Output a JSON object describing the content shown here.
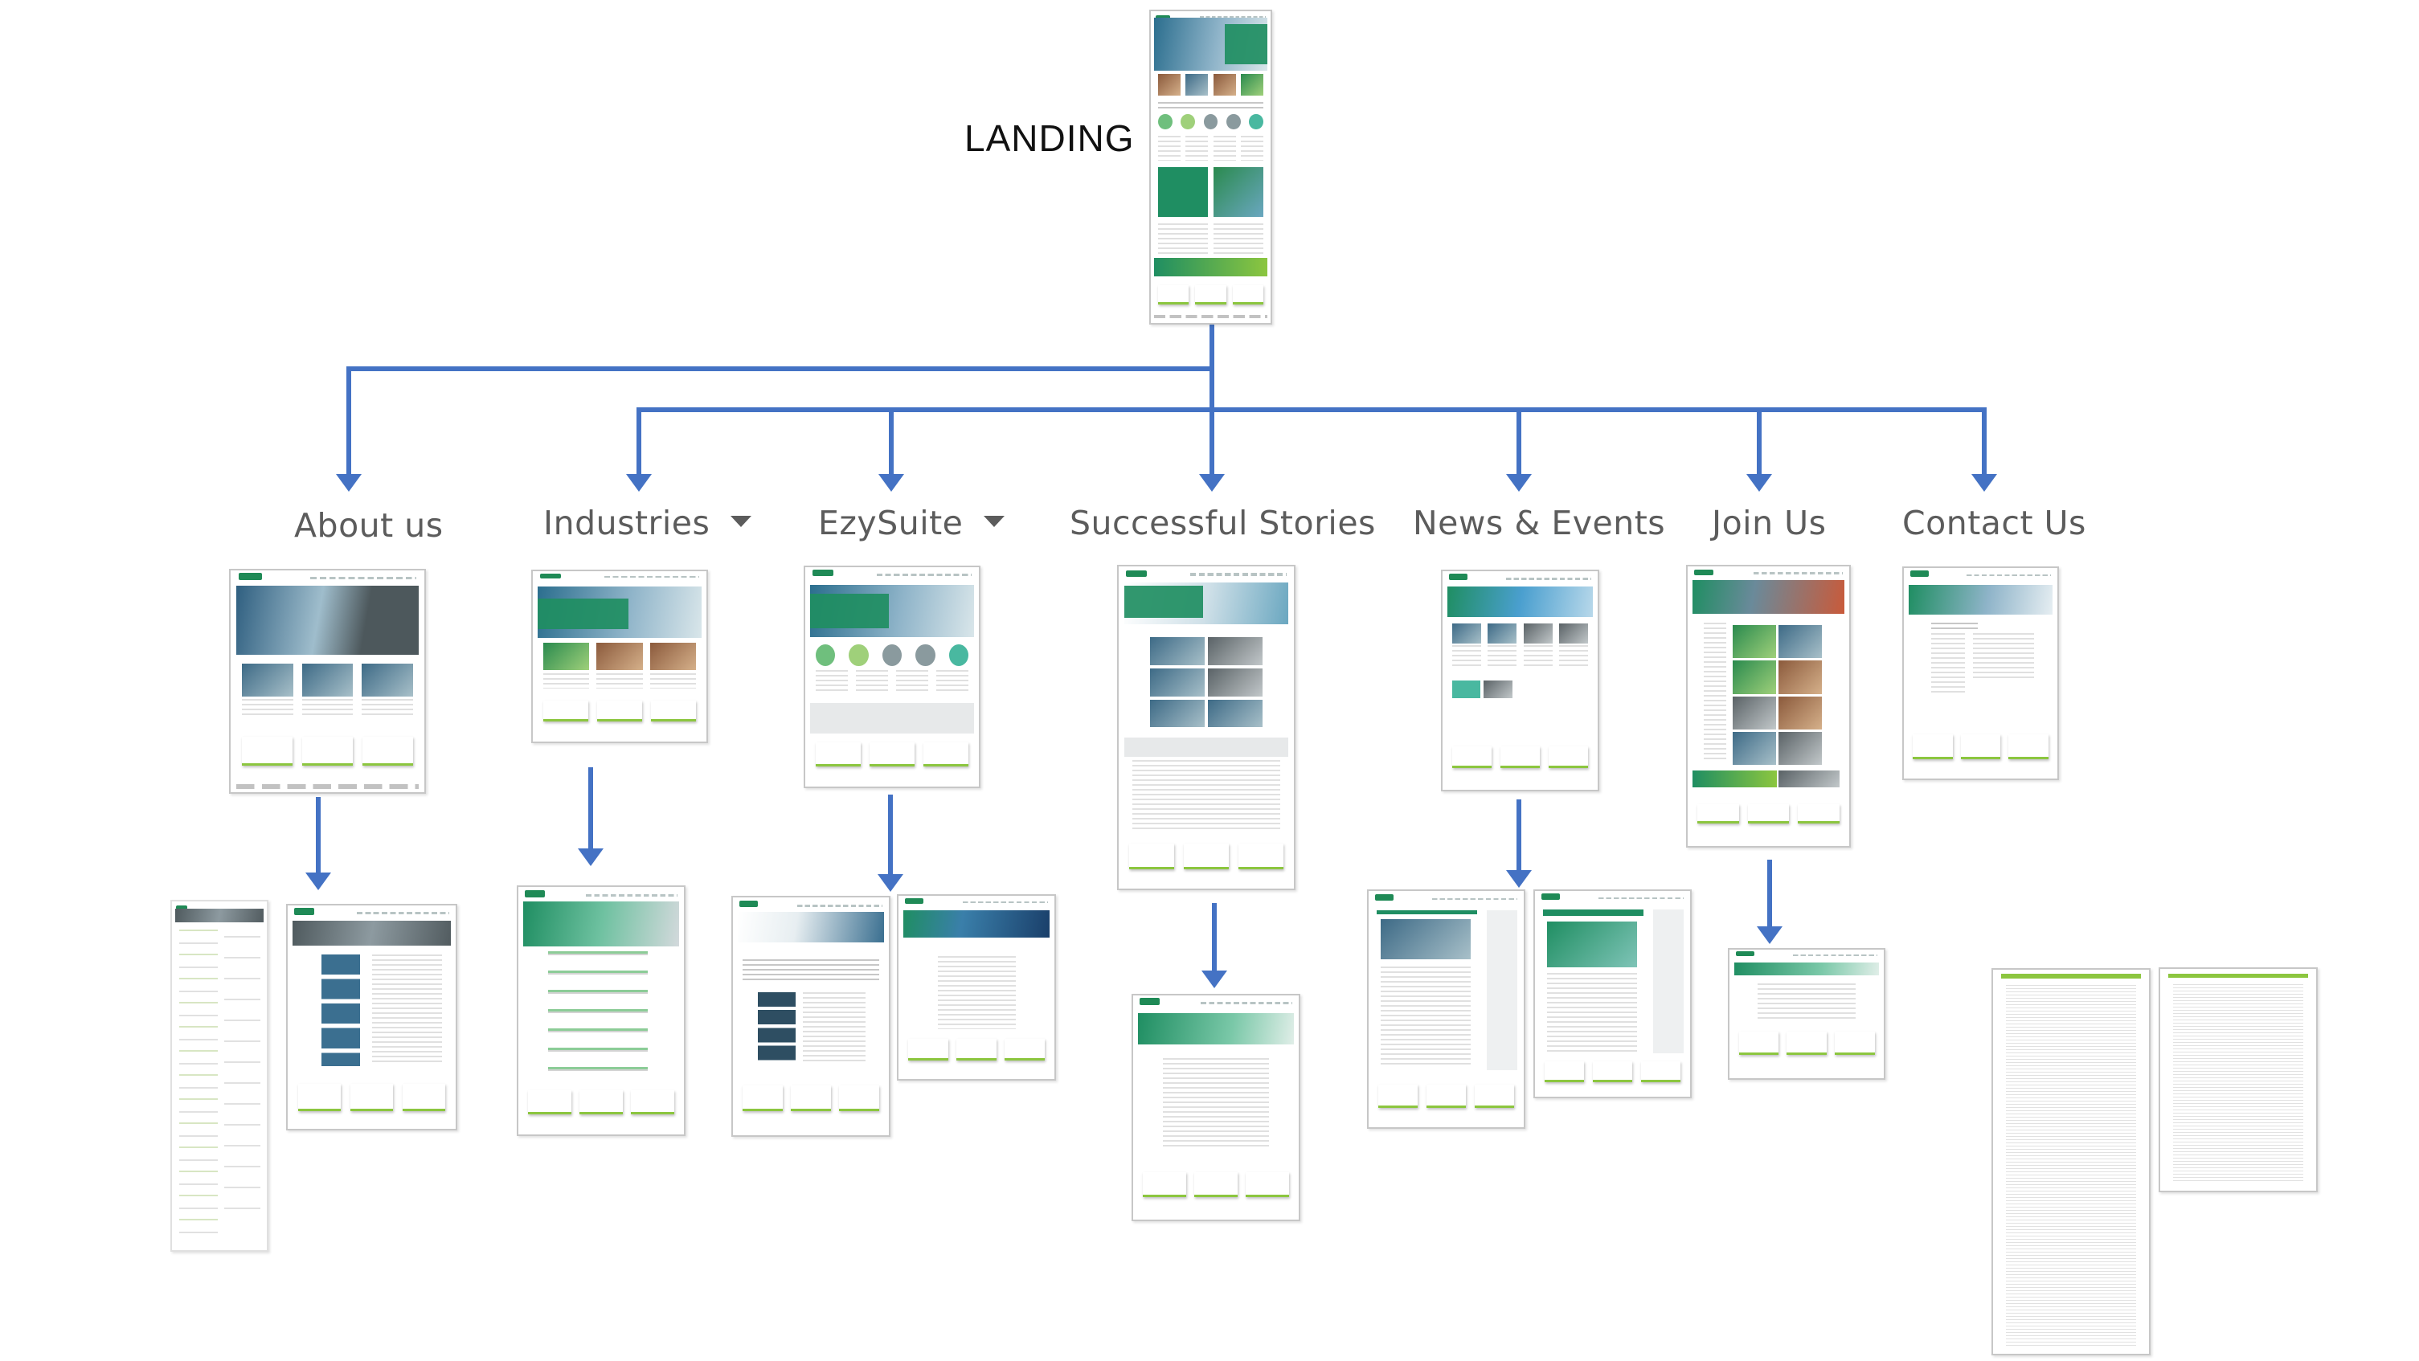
{
  "landing": {
    "label": "LANDING"
  },
  "sections": [
    {
      "label": "About us"
    },
    {
      "label": "Industries"
    },
    {
      "label": "EzySuite"
    },
    {
      "label": "Successful Stories"
    },
    {
      "label": "News & Events"
    },
    {
      "label": "Join Us"
    },
    {
      "label": "Contact Us"
    }
  ],
  "colors": {
    "connector": "#4472c4",
    "brand_green": "#1f8e62",
    "accent_green": "#8cc63f",
    "label_text": "#5c5c5c"
  },
  "icons": {
    "dropdown": "triangle-down"
  }
}
